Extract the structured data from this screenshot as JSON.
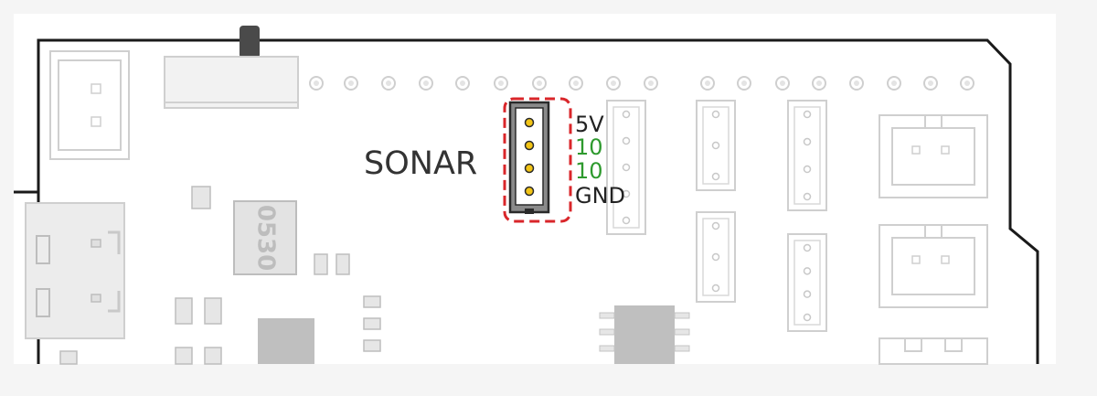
{
  "diagram": {
    "board_label": "SONAR",
    "chip_marking": "0530",
    "sonar_pins": [
      {
        "label": "5V",
        "color": "#222222"
      },
      {
        "label": "10",
        "color": "#2e9a2e"
      },
      {
        "label": "10",
        "color": "#2e9a2e"
      },
      {
        "label": "GND",
        "color": "#222222"
      }
    ],
    "highlight_color": "#d9262a",
    "pin_dot_color": "#f2c416"
  }
}
